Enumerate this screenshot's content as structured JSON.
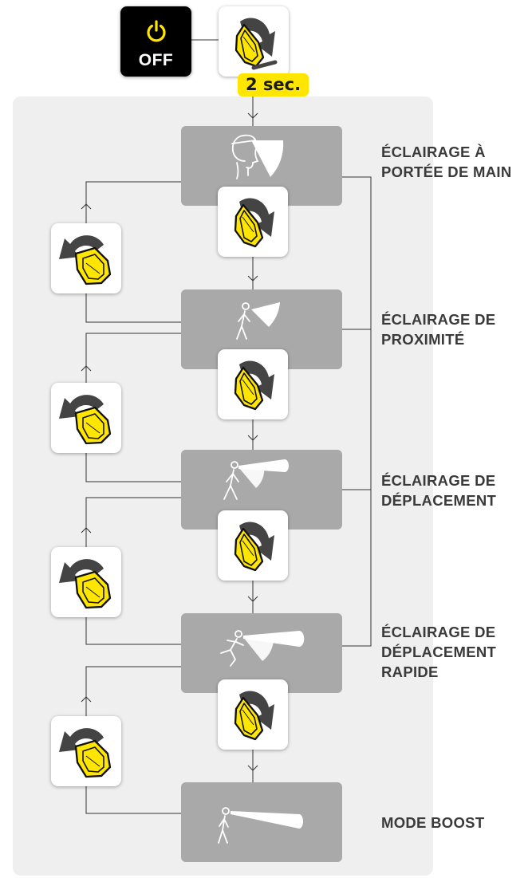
{
  "off_button": {
    "label": "OFF",
    "icon": "power-icon"
  },
  "hold_badge": {
    "text": "2 sec."
  },
  "modes": [
    {
      "lines": [
        "ÉCLAIRAGE À",
        "PORTÉE DE MAIN"
      ],
      "icon": "head-reading-icon"
    },
    {
      "lines": [
        "ÉCLAIRAGE DE",
        "PROXIMITÉ"
      ],
      "icon": "person-walking-short-beam-icon"
    },
    {
      "lines": [
        "ÉCLAIRAGE DE",
        "DÉPLACEMENT"
      ],
      "icon": "person-walking-beam-icon"
    },
    {
      "lines": [
        "ÉCLAIRAGE DE",
        "DÉPLACEMENT",
        "RAPIDE"
      ],
      "icon": "person-running-beam-icon"
    },
    {
      "lines": [
        "MODE BOOST"
      ],
      "icon": "person-long-beam-icon"
    }
  ],
  "colors": {
    "accent_yellow": "#ffe600",
    "mode_box": "#a9a9a9",
    "panel": "#efefef",
    "off_bg": "#000000"
  }
}
